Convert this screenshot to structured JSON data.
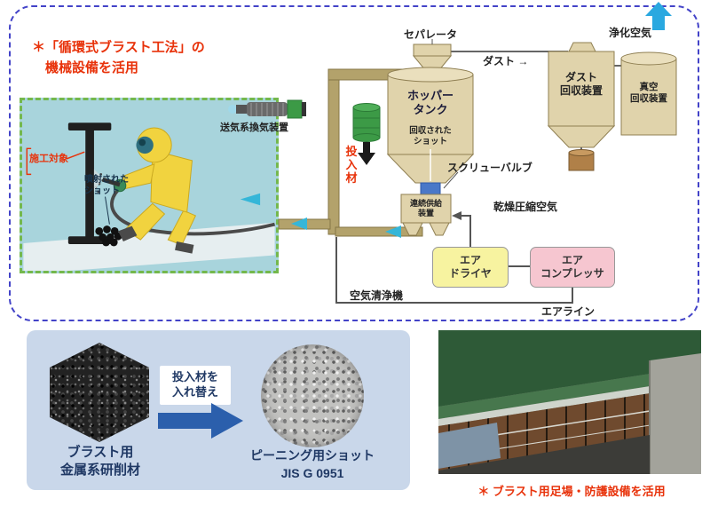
{
  "accent_colors": {
    "note_red": "#e8320a",
    "frame_dashed_blue": "#4343c8",
    "scene_panel_teal": "#a8d4dc",
    "scene_border_green": "#74b84c",
    "vessel_tan": "#e0d3ab",
    "air_dryer_yellow": "#f7f3a0",
    "air_compressor_pink": "#f6c6d0",
    "cyan_flow_arrow": "#35b6d8",
    "purified_air_blue": "#2aa8e0",
    "bottom_panel_blue": "#c9d7ea",
    "swap_arrow_blue": "#2b5fac",
    "caption_navy": "#1f3864"
  },
  "diagram": {
    "note": "＊「循環式ブラスト工法」の\n　機械設備を活用",
    "separator": "セパレータ",
    "dust": "ダスト →",
    "purified_air": "浄化空気",
    "dust_collector": "ダスト\n回収装置",
    "vacuum_recovery": "真空\n回収装置",
    "hopper_tank": "ホッパー\nタンク",
    "recovered_shot": "回収された\nショット",
    "input_material": "投\n入\n材",
    "screw_valve": "スクリューバルブ",
    "continuous_supply": "連続供給\n装置",
    "dry_compressed_air": "乾燥圧縮空気",
    "air_dryer": "エア\nドライヤ",
    "air_compressor": "エア\nコンプレッサ",
    "air_purifier": "空気清浄機",
    "air_line": "エアライン",
    "ventilation_device": "送気系換気装置",
    "work_target": "施工対象",
    "sprayed_shot": "噴射された\nショット"
  },
  "material_swap": {
    "swap_label": "投入材を\n入れ替え",
    "grit_caption": "ブラスト用\n金属系研削材",
    "shot_caption": "ピーニング用ショット\nJIS G 0951"
  },
  "photo": {
    "caption": "＊ ブラスト用足場・防護設備を活用"
  }
}
